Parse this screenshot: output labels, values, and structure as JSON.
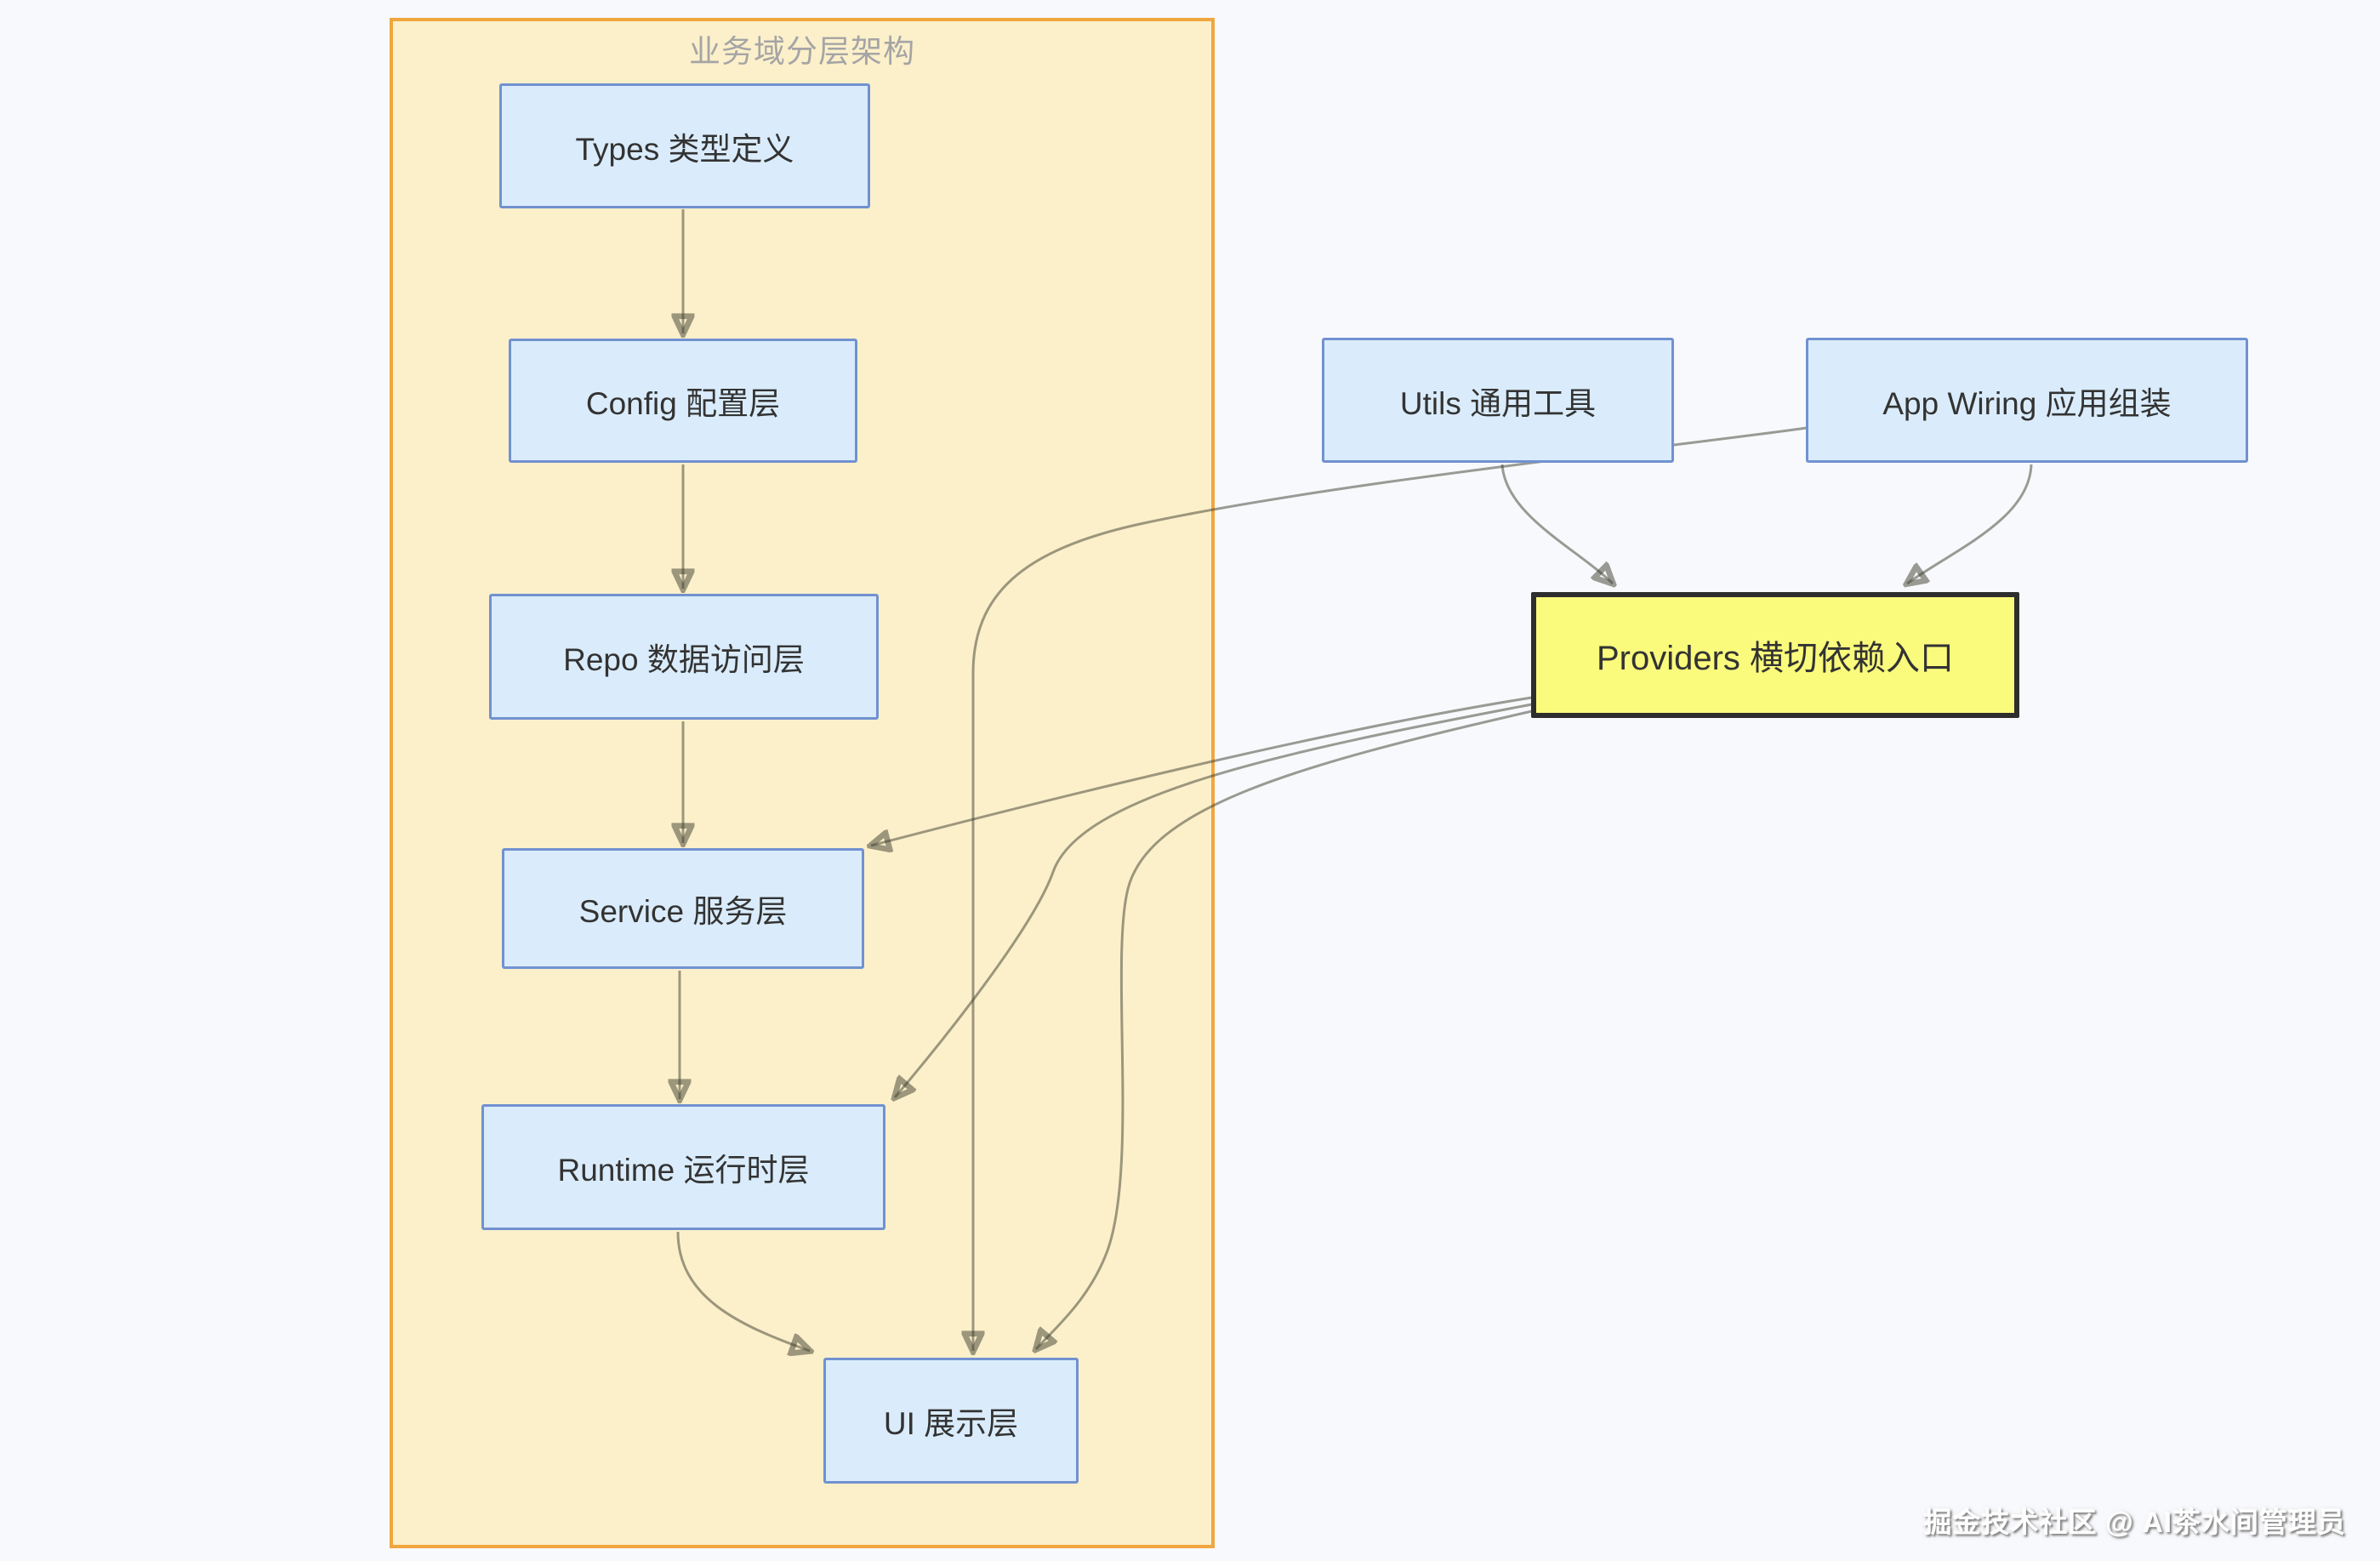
{
  "diagram": {
    "type": "flowchart",
    "title": "业务域分层架构",
    "watermark": "掘金技术社区 @ AI茶水间管理员",
    "nodes": {
      "types": {
        "label": "Types 类型定义"
      },
      "config": {
        "label": "Config 配置层"
      },
      "repo": {
        "label": "Repo 数据访问层"
      },
      "service": {
        "label": "Service 服务层"
      },
      "runtime": {
        "label": "Runtime 运行时层"
      },
      "ui": {
        "label": "UI 展示层"
      },
      "utils": {
        "label": "Utils 通用工具"
      },
      "wiring": {
        "label": "App Wiring 应用组装"
      },
      "providers": {
        "label": "Providers 横切依赖入口"
      }
    },
    "edges": [
      {
        "from": "Types 类型定义",
        "to": "Config 配置层"
      },
      {
        "from": "Config 配置层",
        "to": "Repo 数据访问层"
      },
      {
        "from": "Repo 数据访问层",
        "to": "Service 服务层"
      },
      {
        "from": "Service 服务层",
        "to": "Runtime 运行时层"
      },
      {
        "from": "Runtime 运行时层",
        "to": "UI 展示层"
      },
      {
        "from": "Utils 通用工具",
        "to": "Providers 横切依赖入口"
      },
      {
        "from": "App Wiring 应用组装",
        "to": "Providers 横切依赖入口"
      },
      {
        "from": "App Wiring 应用组装",
        "to": "UI 展示层"
      },
      {
        "from": "Providers 横切依赖入口",
        "to": "Service 服务层"
      },
      {
        "from": "Providers 横切依赖入口",
        "to": "Runtime 运行时层"
      },
      {
        "from": "Providers 横切依赖入口",
        "to": "UI 展示层"
      }
    ],
    "colors": {
      "background": "#f8f9fc",
      "container_fill": "#fcf0cb",
      "container_border": "#f0a63f",
      "node_fill": "#daecfb",
      "node_border": "#7191d0",
      "node_text": "#333333",
      "providers_fill": "#fafa7d",
      "providers_border": "#2e2e2e",
      "subgraph_title": "#a5a5a5",
      "edge": "#8c8a72"
    }
  }
}
